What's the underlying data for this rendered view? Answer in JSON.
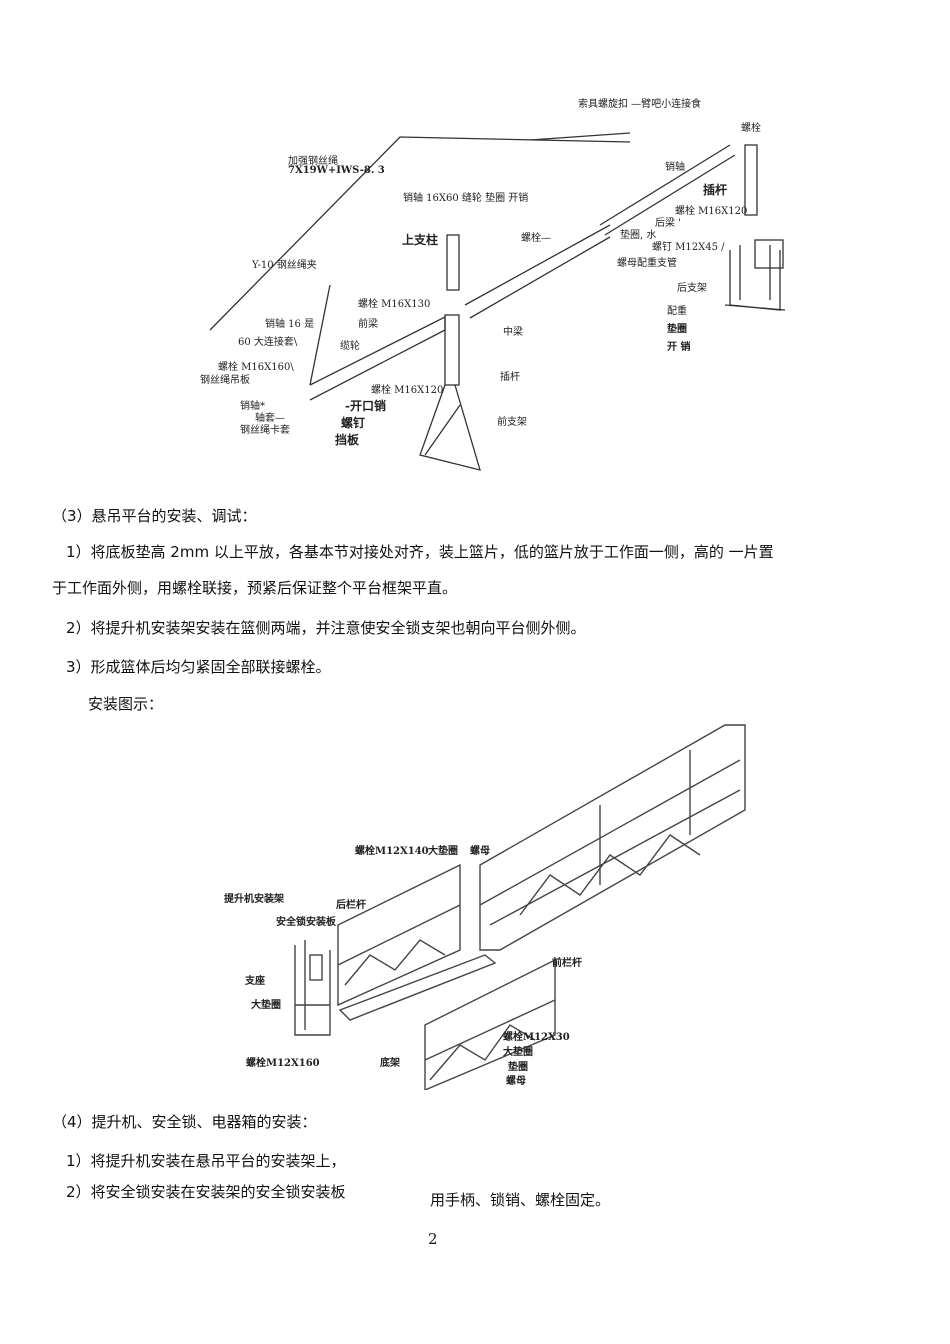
{
  "figure1": {
    "labels": [
      "索具螺旋扣 —臂吧小连接食",
      "螺栓",
      "销轴",
      "加强钢丝绳",
      "7X19W+IWS-8. 3",
      "销轴 16X60 缝轮  垫圈  开销",
      "插杆",
      "螺栓  M16X120",
      "后梁 '",
      "螺栓—",
      "垫圈, 水",
      "上支柱",
      "螺钉 M12X45 /",
      "螺母配重支管",
      "Y-10 钢丝绳夹",
      "后支架",
      "螺栓  M16X130",
      "配重",
      "销轴 16 是",
      "前梁",
      "垫圈",
      "中梁",
      "60 大连接套\\",
      "开  销",
      "缆轮",
      "螺栓 M16X160\\",
      "钢丝绳吊板",
      "插杆",
      "螺栓  M16X120",
      "销轴*",
      "-开口销",
      "轴套—",
      "钢丝绳卡套",
      "螺钉",
      "前支架",
      "挡板"
    ]
  },
  "section3": {
    "title": "（3）悬吊平台的安装、调试：",
    "items": [
      "1）将底板垫高 2mm 以上平放，各基本节对接处对齐，装上篮片，低的篮片放于工作面一侧，高的  一片置",
      "于工作面外侧，用螺栓联接，预紧后保证整个平台框架平直。",
      "2）将提升机安装架安装在篮侧两端，并注意使安全锁支架也朝向平台侧外侧。",
      "3）形成篮体后均匀紧固全部联接螺栓。"
    ],
    "figure_caption": "安装图示："
  },
  "figure2": {
    "labels": [
      "螺栓M12X140",
      "大垫圈",
      "螺母",
      "提升机安装架",
      "后栏杆",
      "安全锁安装板",
      "前栏杆",
      "支座",
      "大垫圈",
      "螺栓M12X30",
      "大垫圈",
      "螺栓M12X160",
      "底架",
      "垫圈",
      "螺母"
    ]
  },
  "section4": {
    "title": "（4）提升机、安全锁、电器箱的安装：",
    "items": [
      "1）将提升机安装在悬吊平台的安装架上，",
      "2）将安全锁安装在安装架的安全锁安装板",
      "用手柄、锁销、螺栓固定。"
    ]
  },
  "page_number": "2"
}
